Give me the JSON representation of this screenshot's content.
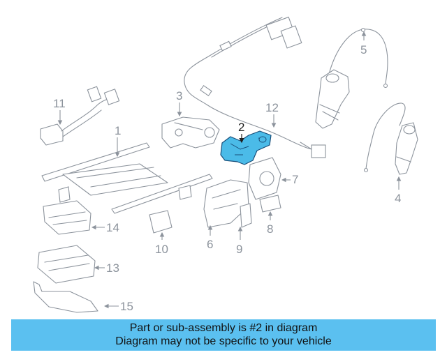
{
  "callouts": {
    "c1": "1",
    "c2": "2",
    "c3": "3",
    "c4": "4",
    "c5": "5",
    "c6": "6",
    "c7": "7",
    "c8": "8",
    "c9": "9",
    "c10": "10",
    "c11": "11",
    "c12": "12",
    "c13": "13",
    "c14": "14",
    "c15": "15"
  },
  "highlighted_part": "2",
  "colors": {
    "highlight_fill": "#4bbbe8",
    "banner_background": "#5bc0f0",
    "line_art": "#8c939c"
  },
  "banner": {
    "line1": "Part or sub-assembly is #2 in diagram",
    "line2": "Diagram may not be specific to your vehicle"
  }
}
